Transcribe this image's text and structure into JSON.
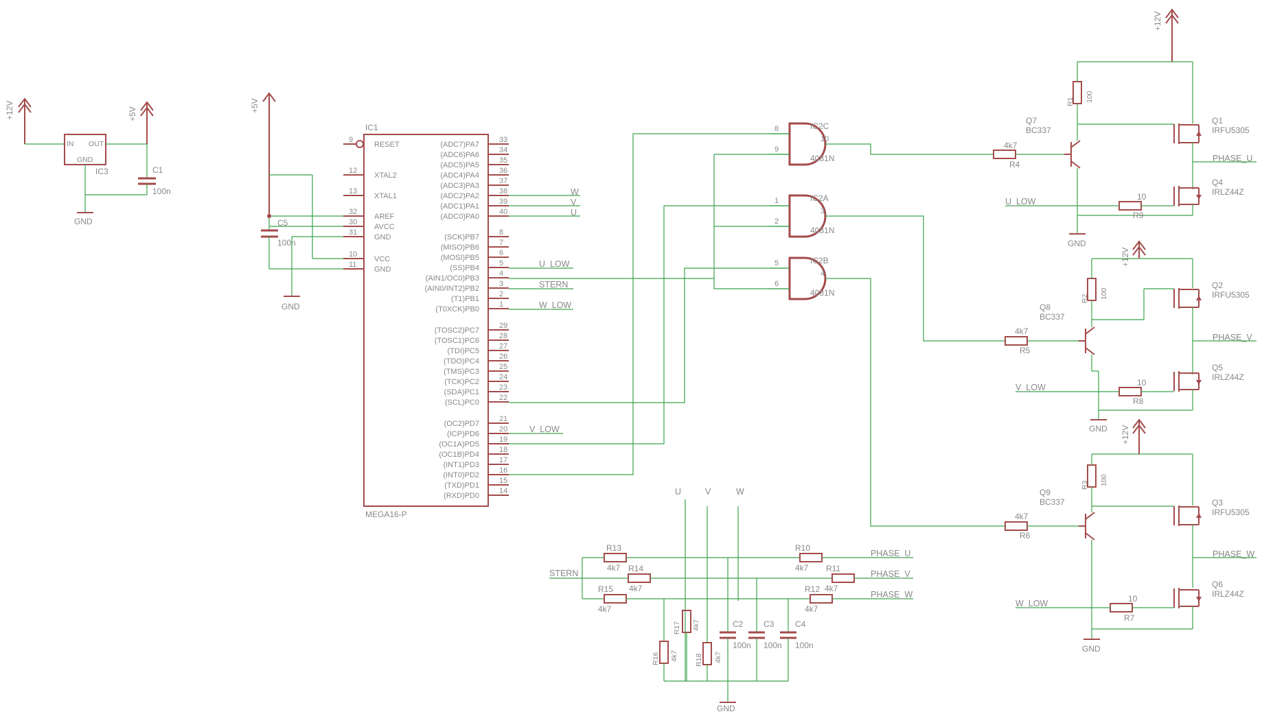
{
  "supplies": [
    {
      "id": "p12_reg",
      "text": "+12V"
    },
    {
      "id": "p5_reg",
      "text": "+5V"
    },
    {
      "id": "p5_mcu",
      "text": "+5V"
    },
    {
      "id": "p12_q1",
      "text": "+12V"
    },
    {
      "id": "p12_q2",
      "text": "+12V"
    },
    {
      "id": "p12_q3",
      "text": "+12V"
    }
  ],
  "grounds": [
    {
      "id": "gnd_reg",
      "text": "GND"
    },
    {
      "id": "gnd_mcu",
      "text": "GND"
    },
    {
      "id": "gnd_q7",
      "text": "GND"
    },
    {
      "id": "gnd_q8",
      "text": "GND"
    },
    {
      "id": "gnd_q9",
      "text": "GND"
    },
    {
      "id": "gnd_net",
      "text": "GND"
    }
  ],
  "regulator": {
    "name": "IC3",
    "in": "IN",
    "out": "OUT",
    "gnd": "GND"
  },
  "capacitors": [
    {
      "name": "C1",
      "value": "100n"
    },
    {
      "name": "C5",
      "value": "100n"
    },
    {
      "name": "C2",
      "value": "100n"
    },
    {
      "name": "C3",
      "value": "100n"
    },
    {
      "name": "C4",
      "value": "100n"
    }
  ],
  "mcu": {
    "name": "IC1",
    "part": "MEGA16-P",
    "left_pins": [
      {
        "num": "9",
        "name": "RESET"
      },
      {
        "num": "12",
        "name": "XTAL2"
      },
      {
        "num": "13",
        "name": "XTAL1"
      },
      {
        "num": "32",
        "name": "AREF"
      },
      {
        "num": "30",
        "name": "AVCC"
      },
      {
        "num": "31",
        "name": "GND"
      },
      {
        "num": "10",
        "name": "VCC"
      },
      {
        "num": "11",
        "name": "GND"
      }
    ],
    "right_pins": [
      {
        "num": "33",
        "name": "(ADC7)PA7"
      },
      {
        "num": "34",
        "name": "(ADC6)PA6"
      },
      {
        "num": "35",
        "name": "(ADC5)PA5"
      },
      {
        "num": "36",
        "name": "(ADC4)PA4"
      },
      {
        "num": "37",
        "name": "(ADC3)PA3"
      },
      {
        "num": "38",
        "name": "(ADC2)PA2"
      },
      {
        "num": "39",
        "name": "(ADC1)PA1"
      },
      {
        "num": "40",
        "name": "(ADC0)PA0"
      },
      {
        "num": "8",
        "name": "(SCK)PB7"
      },
      {
        "num": "7",
        "name": "(MISO)PB6"
      },
      {
        "num": "6",
        "name": "(MOSI)PB5"
      },
      {
        "num": "5",
        "name": "(SS)PB4"
      },
      {
        "num": "4",
        "name": "(AIN1/OC0)PB3"
      },
      {
        "num": "3",
        "name": "(AIN0/INT2)PB2"
      },
      {
        "num": "2",
        "name": "(T1)PB1"
      },
      {
        "num": "1",
        "name": "(T0XCK)PB0"
      },
      {
        "num": "29",
        "name": "(TOSC2)PC7"
      },
      {
        "num": "28",
        "name": "(TOSC1)PC6"
      },
      {
        "num": "27",
        "name": "(TDI)PC5"
      },
      {
        "num": "26",
        "name": "(TDO)PC4"
      },
      {
        "num": "25",
        "name": "(TMS)PC3"
      },
      {
        "num": "24",
        "name": "(TCK)PC2"
      },
      {
        "num": "23",
        "name": "(SDA)PC1"
      },
      {
        "num": "22",
        "name": "(SCL)PC0"
      },
      {
        "num": "21",
        "name": "(OC2)PD7"
      },
      {
        "num": "20",
        "name": "(ICP)PD6"
      },
      {
        "num": "19",
        "name": "(OC1A)PD5"
      },
      {
        "num": "18",
        "name": "(OC1B)PD4"
      },
      {
        "num": "17",
        "name": "(INT1)PD3"
      },
      {
        "num": "16",
        "name": "(INT0)PD2"
      },
      {
        "num": "15",
        "name": "(TXD)PD1"
      },
      {
        "num": "14",
        "name": "(RXD)PD0"
      }
    ]
  },
  "gates": [
    {
      "name": "IC2C",
      "part": "4081N",
      "in_a": "8",
      "in_b": "9",
      "out": "10"
    },
    {
      "name": "IC2A",
      "part": "4081N",
      "in_a": "1",
      "in_b": "2",
      "out": "3"
    },
    {
      "name": "IC2B",
      "part": "4081N",
      "in_a": "5",
      "in_b": "6",
      "out": "4"
    }
  ],
  "resistors": [
    {
      "name": "R1",
      "value": "100"
    },
    {
      "name": "R2",
      "value": "100"
    },
    {
      "name": "R3",
      "value": "100"
    },
    {
      "name": "R4",
      "value": "4k7"
    },
    {
      "name": "R5",
      "value": "4k7"
    },
    {
      "name": "R6",
      "value": "4k7"
    },
    {
      "name": "R9",
      "value": "10"
    },
    {
      "name": "R8",
      "value": "10"
    },
    {
      "name": "R7",
      "value": "10"
    },
    {
      "name": "R13",
      "value": "4k7"
    },
    {
      "name": "R14",
      "value": "4k7"
    },
    {
      "name": "R15",
      "value": "4k7"
    },
    {
      "name": "R10",
      "value": "4k7"
    },
    {
      "name": "R11",
      "value": "4k7"
    },
    {
      "name": "R12",
      "value": "4k7"
    },
    {
      "name": "R17",
      "value": "4k7"
    },
    {
      "name": "R16",
      "value": "4k7"
    },
    {
      "name": "R18",
      "value": "4k7"
    }
  ],
  "transistors": [
    {
      "name": "Q7",
      "part": "BC337"
    },
    {
      "name": "Q8",
      "part": "BC337"
    },
    {
      "name": "Q9",
      "part": "BC337"
    }
  ],
  "mosfets": [
    {
      "name": "Q1",
      "part": "IRFU5305"
    },
    {
      "name": "Q4",
      "part": "IRLZ44Z"
    },
    {
      "name": "Q2",
      "part": "IRFU5305"
    },
    {
      "name": "Q5",
      "part": "IRLZ44Z"
    },
    {
      "name": "Q3",
      "part": "IRFU5305"
    },
    {
      "name": "Q6",
      "part": "IRLZ44Z"
    }
  ],
  "net_labels": {
    "w": "W",
    "v": "V",
    "u": "U",
    "u_low": "U_LOW",
    "stern": "STERN",
    "w_low": "W_LOW",
    "v_low": "V_LOW",
    "phase_u": "PHASE_U",
    "phase_v": "PHASE_V",
    "phase_w": "PHASE_W",
    "u_low_drv": "U_LOW",
    "v_low_drv": "V_LOW",
    "w_low_drv": "W_LOW",
    "u_top": "U",
    "v_top": "V",
    "w_top": "W",
    "stern_net": "STERN",
    "phase_u_net": "PHASE_U",
    "phase_v_net": "PHASE_V",
    "phase_w_net": "PHASE_W"
  }
}
